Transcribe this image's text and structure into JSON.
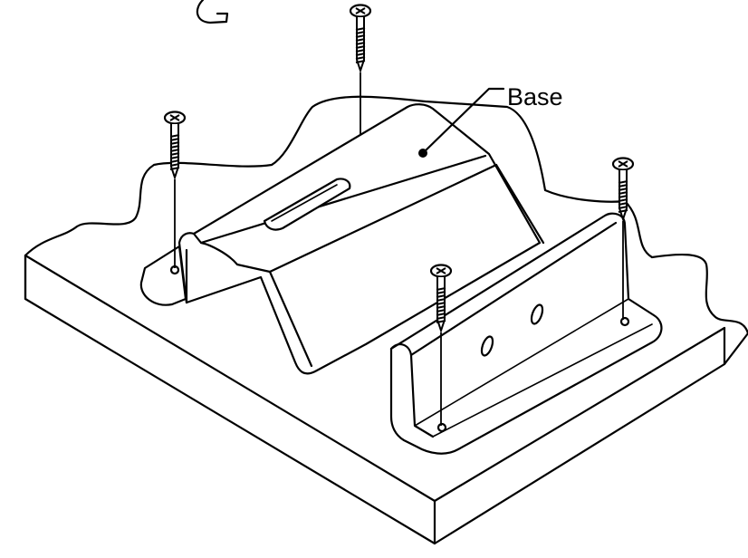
{
  "callout": {
    "label": "Base"
  },
  "screws": [
    {
      "id": "top"
    },
    {
      "id": "left"
    },
    {
      "id": "right"
    },
    {
      "id": "front"
    }
  ]
}
